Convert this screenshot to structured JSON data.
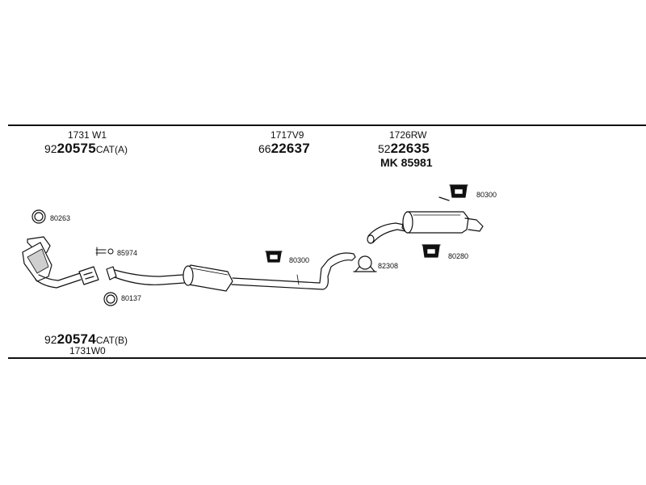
{
  "assemblies": {
    "cat_a": {
      "code": "1731 W1",
      "prefix": "92",
      "number": "20575",
      "suffix": "CAT(A)"
    },
    "middle": {
      "code": "1717V9",
      "prefix": "66",
      "number": "22637"
    },
    "rear": {
      "code": "1726RW",
      "prefix": "52",
      "number": "22635",
      "extra": "MK 85981"
    },
    "cat_b": {
      "code": "1731W0",
      "prefix": "92",
      "number": "20574",
      "suffix": "CAT(B)"
    }
  },
  "parts": {
    "p80263": "80263",
    "p85974": "85974",
    "p80137": "80137",
    "p80300a": "80300",
    "p82308": "82308",
    "p80300b": "80300",
    "p80280": "80280"
  },
  "colors": {
    "line": "#111111",
    "fill": "#ffffff",
    "shade": "#cfcfcf"
  }
}
